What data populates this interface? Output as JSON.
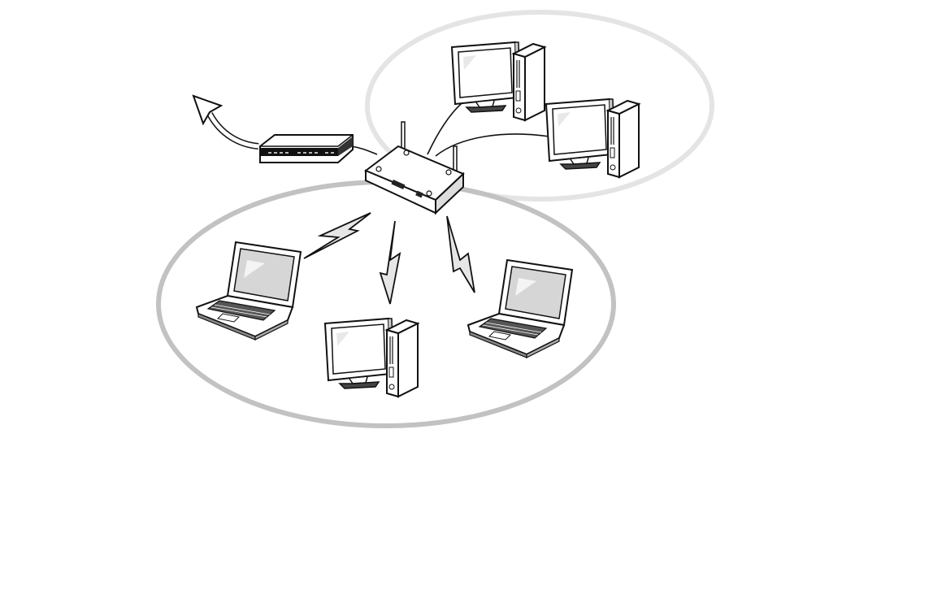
{
  "diagram": {
    "devices": [
      {
        "id": "broadband-modem",
        "icon": "modem-icon"
      },
      {
        "id": "wireless-access-point",
        "icon": "access-point-icon"
      },
      {
        "id": "wired-desktop-1",
        "icon": "desktop-computer-icon"
      },
      {
        "id": "wired-desktop-2",
        "icon": "desktop-computer-icon"
      },
      {
        "id": "wireless-laptop-left",
        "icon": "laptop-icon"
      },
      {
        "id": "wireless-desktop-bottom",
        "icon": "desktop-computer-icon"
      },
      {
        "id": "wireless-laptop-right",
        "icon": "laptop-icon"
      }
    ],
    "groups": [
      {
        "id": "wired-network-group",
        "color": "#e4e4e4"
      },
      {
        "id": "wireless-network-group",
        "color": "#c2c2c4"
      }
    ],
    "links": [
      {
        "from": "broadband-modem",
        "to": "internet",
        "type": "arrow"
      },
      {
        "from": "broadband-modem",
        "to": "wireless-access-point",
        "type": "cable"
      },
      {
        "from": "wireless-access-point",
        "to": "wired-desktop-1",
        "type": "cable"
      },
      {
        "from": "wireless-access-point",
        "to": "wired-desktop-2",
        "type": "cable"
      },
      {
        "from": "wireless-access-point",
        "to": "wireless-laptop-left",
        "type": "wireless",
        "icon": "lightning-bolt-icon"
      },
      {
        "from": "wireless-access-point",
        "to": "wireless-desktop-bottom",
        "type": "wireless",
        "icon": "lightning-bolt-icon"
      },
      {
        "from": "wireless-access-point",
        "to": "wireless-laptop-right",
        "type": "wireless",
        "icon": "lightning-bolt-icon"
      }
    ]
  }
}
